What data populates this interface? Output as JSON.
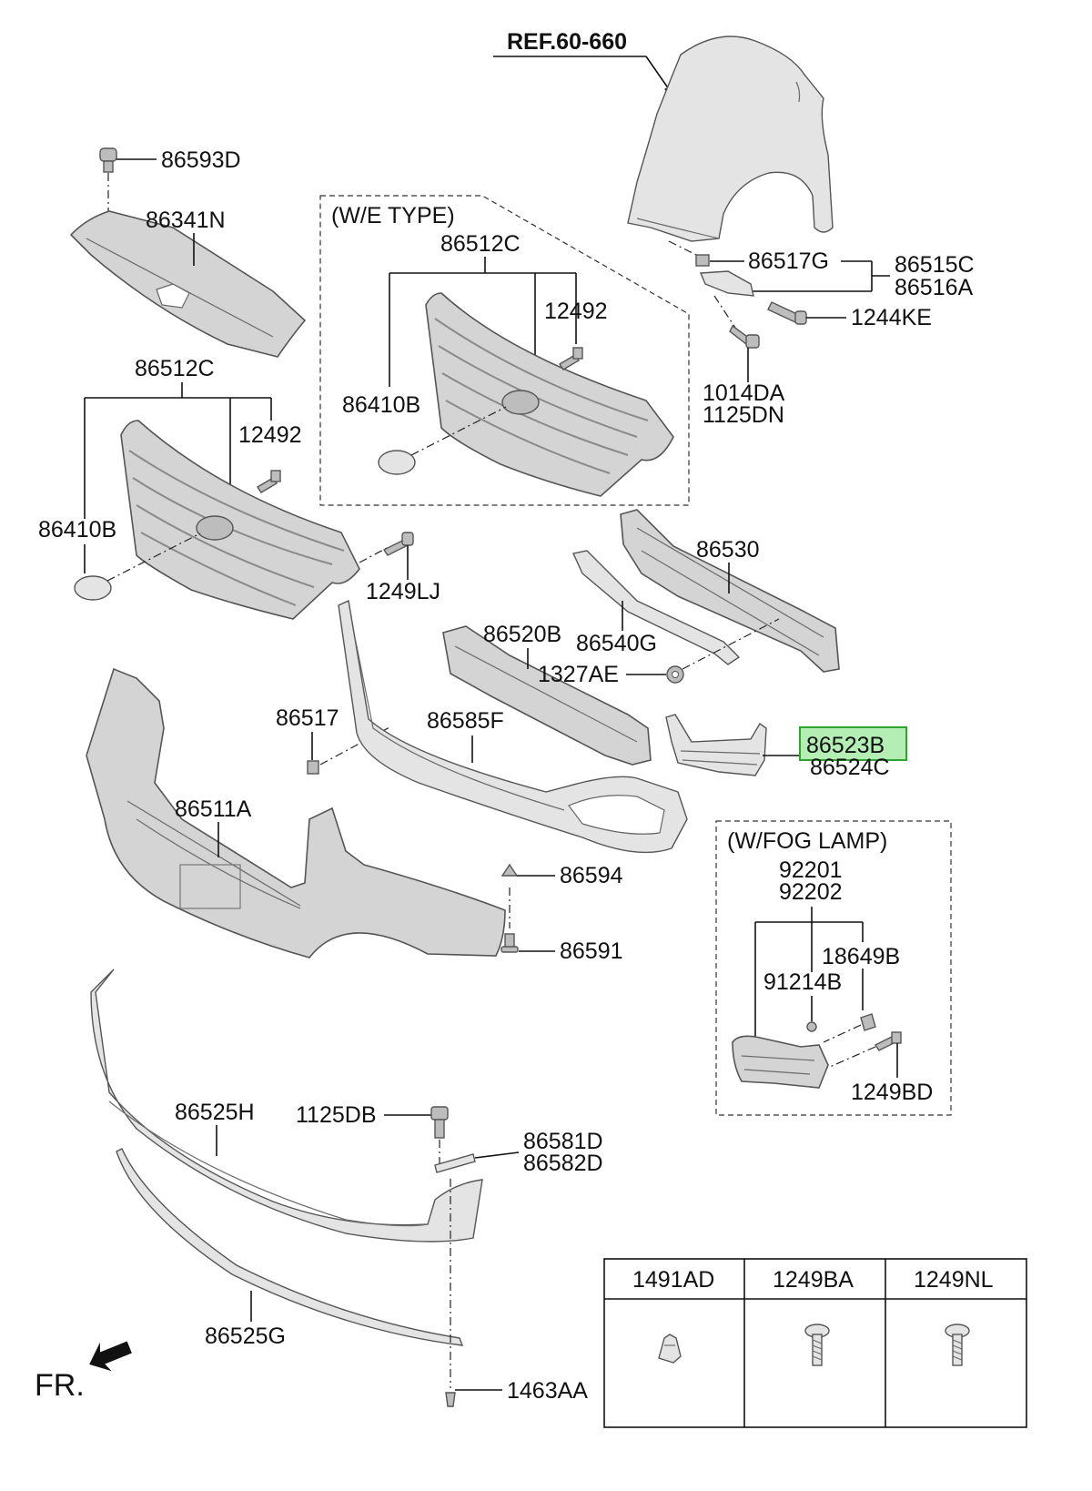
{
  "labels": {
    "ref": "REF.60-660",
    "we_type": "(W/E TYPE)",
    "fog_lamp": "(W/FOG LAMP)",
    "fr": "FR.",
    "p86593D": "86593D",
    "p86341N": "86341N",
    "p86512C_we": "86512C",
    "p12492_we": "12492",
    "p86410B_we": "86410B",
    "p86517G": "86517G",
    "p86515C": "86515C",
    "p86516A": "86516A",
    "p1244KE": "1244KE",
    "p1014DA": "1014DA",
    "p1125DN": "1125DN",
    "p86512C": "86512C",
    "p12492": "12492",
    "p86410B": "86410B",
    "p1249LJ": "1249LJ",
    "p86530": "86530",
    "p86520B": "86520B",
    "p86540G": "86540G",
    "p1327AE": "1327AE",
    "p86517": "86517",
    "p86585F": "86585F",
    "p86523B": "86523B",
    "p86524C": "86524C",
    "p86511A": "86511A",
    "p86594": "86594",
    "p86591": "86591",
    "p92201": "92201",
    "p92202": "92202",
    "p18649B": "18649B",
    "p91214B": "91214B",
    "p1249BD": "1249BD",
    "p86525H": "86525H",
    "p1125DB": "1125DB",
    "p86581D": "86581D",
    "p86582D": "86582D",
    "p86525G": "86525G",
    "p1463AA": "1463AA"
  },
  "highlight": {
    "part": "86523B",
    "color": "#9be89b"
  },
  "fastener_table": {
    "headers": [
      "1491AD",
      "1249BA",
      "1249NL"
    ]
  }
}
